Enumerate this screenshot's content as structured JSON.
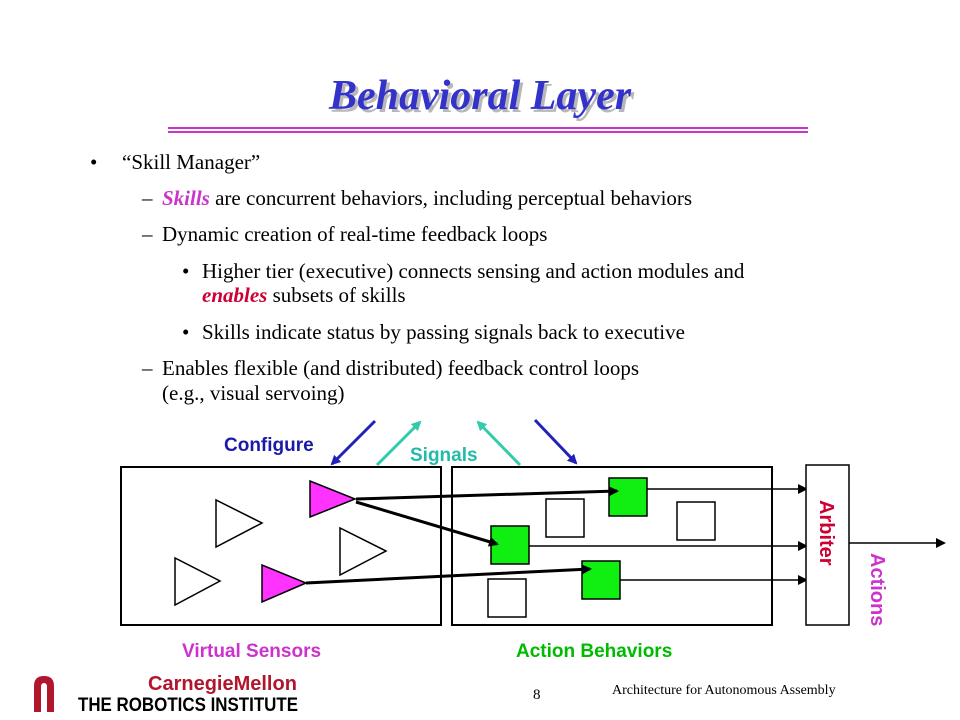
{
  "slide": {
    "title": "Behavioral Layer",
    "bullet1": "“Skill Manager”",
    "sub1_em": "Skills",
    "sub1_rest": " are concurrent behaviors, including perceptual behaviors",
    "sub2": "Dynamic creation of real-time feedback loops",
    "subsub1_line1": "Higher tier (executive) connects sensing and action modules and",
    "subsub1_em": "enables",
    "subsub1_rest": " subsets of skills",
    "subsub2": "Skills indicate status by passing signals back to executive",
    "sub3_line1": "Enables flexible (and distributed) feedback control loops",
    "sub3_line2": "(e.g., visual servoing)"
  },
  "diagram": {
    "configure_label": "Configure",
    "signals_label": "Signals",
    "arbiter_label": "Arbiter",
    "actions_label": "Actions",
    "virtual_sensors_label": "Virtual Sensors",
    "action_behaviors_label": "Action Behaviors",
    "colors": {
      "configure_arrow": "#2222bb",
      "signals_arrow": "#33ccaa",
      "active_sensor": "#ff33ff",
      "active_behavior": "#11ee11",
      "label_blue": "#1a1aaa",
      "label_teal": "#22bbaa",
      "label_red": "#cc0033",
      "label_magenta": "#cc33cc",
      "label_green": "#00bb00"
    }
  },
  "footer": {
    "logo_top": "CarnegieMellon",
    "logo_bottom": "THE ROBOTICS INSTITUTE",
    "page_number": "8",
    "course": "Architecture for Autonomous Assembly"
  }
}
